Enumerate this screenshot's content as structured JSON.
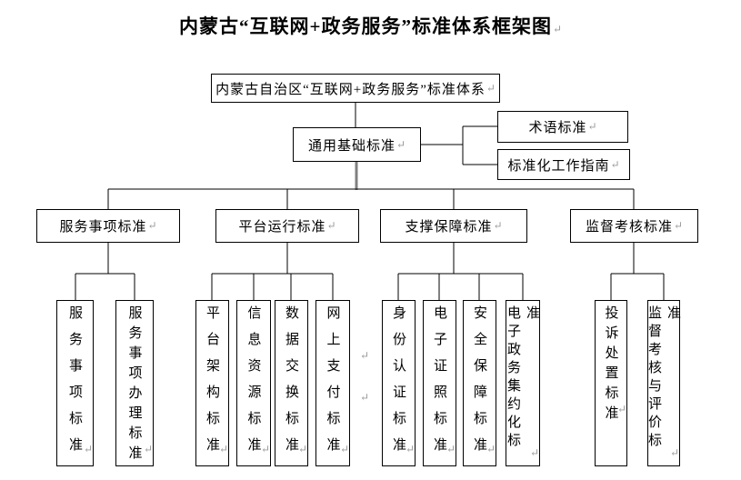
{
  "title": "内蒙古“互联网+政务服务”标准体系框架图",
  "paragraph_mark": "↵",
  "tree": {
    "root": "内蒙古自治区“互联网+政务服务”标准体系",
    "general": "通用基础标准",
    "general_children": [
      "术语标准",
      "标准化工作指南"
    ],
    "branches": [
      {
        "label": "服务事项标准",
        "children": [
          "服务事项标准",
          "服务事项办理标准"
        ]
      },
      {
        "label": "平台运行标准",
        "children": [
          "平台架构标准",
          "信息资源标准",
          "数据交换标准",
          "网上支付标准"
        ]
      },
      {
        "label": "支撑保障标准",
        "children": [
          "身份认证标准",
          "电子证照标准",
          "安全保障标准",
          "电子政务集约化标准"
        ]
      },
      {
        "label": "监督考核标准",
        "children": [
          "投诉处置标准",
          "监督考核与评价标准"
        ]
      }
    ]
  },
  "colors": {
    "line": "#000000",
    "connector_gray": "#808080",
    "mark_gray": "#9a9a9a",
    "background": "#ffffff",
    "text": "#000000"
  }
}
